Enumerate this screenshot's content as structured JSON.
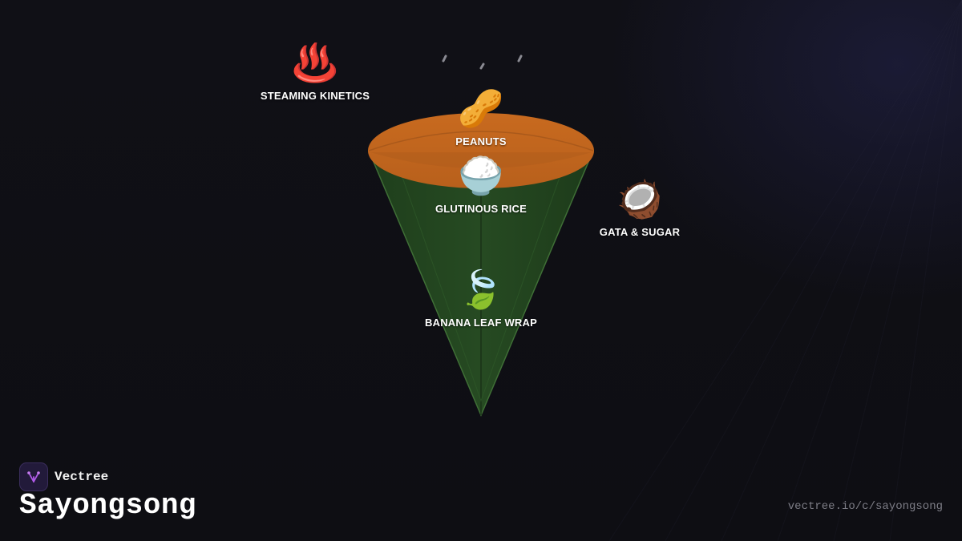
{
  "brand": {
    "name": "Vectree"
  },
  "page": {
    "title": "Sayongsong",
    "url": "vectree.io/c/sayongsong"
  },
  "colors": {
    "background": "#0f0f14",
    "cone_green": "#23461f",
    "cone_edge": "#3f6f36",
    "top_orange": "#c8691f",
    "logo_purple": "#b05be8"
  },
  "nodes": {
    "steaming": {
      "icon": "hot-springs-icon",
      "glyph": "♨️",
      "label": "STEAMING KINETICS"
    },
    "peanuts": {
      "icon": "peanut-icon",
      "glyph": "🥜",
      "label": "PEANUTS"
    },
    "rice": {
      "icon": "rice-bowl-icon",
      "glyph": "🍚",
      "label": "GLUTINOUS RICE"
    },
    "gata": {
      "icon": "coconut-icon",
      "glyph": "🥥",
      "label": "GATA & SUGAR"
    },
    "banana": {
      "icon": "leaf-icon",
      "glyph": "🍃",
      "label": "BANANA LEAF WRAP"
    }
  }
}
